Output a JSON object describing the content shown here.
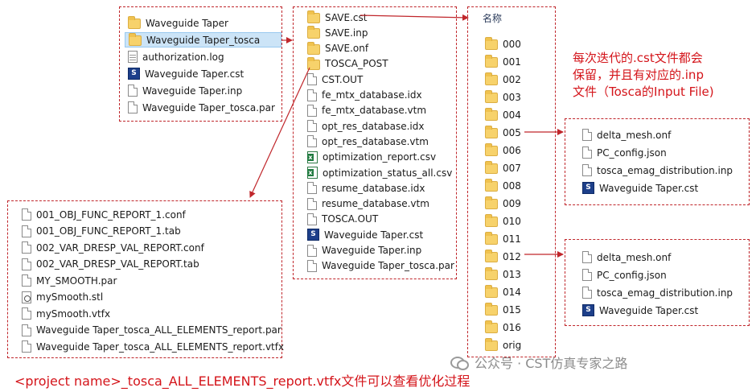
{
  "panel_top_left": {
    "items": [
      {
        "icon": "folder",
        "label": "Waveguide Taper"
      },
      {
        "icon": "folder",
        "label": "Waveguide Taper_tosca",
        "selected": true
      },
      {
        "icon": "text",
        "label": "authorization.log"
      },
      {
        "icon": "cst",
        "label": "Waveguide Taper.cst"
      },
      {
        "icon": "file",
        "label": "Waveguide Taper.inp"
      },
      {
        "icon": "file",
        "label": "Waveguide Taper_tosca.par"
      }
    ]
  },
  "panel_middle": {
    "items": [
      {
        "icon": "folder",
        "label": "SAVE.cst"
      },
      {
        "icon": "folder",
        "label": "SAVE.inp"
      },
      {
        "icon": "folder",
        "label": "SAVE.onf"
      },
      {
        "icon": "folder",
        "label": "TOSCA_POST"
      },
      {
        "icon": "file",
        "label": "CST.OUT"
      },
      {
        "icon": "file",
        "label": "fe_mtx_database.idx"
      },
      {
        "icon": "file",
        "label": "fe_mtx_database.vtm"
      },
      {
        "icon": "file",
        "label": "opt_res_database.idx"
      },
      {
        "icon": "file",
        "label": "opt_res_database.vtm"
      },
      {
        "icon": "excel",
        "label": "optimization_report.csv"
      },
      {
        "icon": "excel",
        "label": "optimization_status_all.csv"
      },
      {
        "icon": "file",
        "label": "resume_database.idx"
      },
      {
        "icon": "file",
        "label": "resume_database.vtm"
      },
      {
        "icon": "file",
        "label": "TOSCA.OUT"
      },
      {
        "icon": "cst",
        "label": "Waveguide Taper.cst"
      },
      {
        "icon": "file",
        "label": "Waveguide Taper.inp"
      },
      {
        "icon": "file",
        "label": "Waveguide Taper_tosca.par"
      }
    ]
  },
  "panel_save": {
    "header": "名称",
    "items": [
      {
        "icon": "folder",
        "label": "000"
      },
      {
        "icon": "folder",
        "label": "001"
      },
      {
        "icon": "folder",
        "label": "002"
      },
      {
        "icon": "folder",
        "label": "003"
      },
      {
        "icon": "folder",
        "label": "004"
      },
      {
        "icon": "folder",
        "label": "005"
      },
      {
        "icon": "folder",
        "label": "006"
      },
      {
        "icon": "folder",
        "label": "007"
      },
      {
        "icon": "folder",
        "label": "008"
      },
      {
        "icon": "folder",
        "label": "009"
      },
      {
        "icon": "folder",
        "label": "010"
      },
      {
        "icon": "folder",
        "label": "011"
      },
      {
        "icon": "folder",
        "label": "012"
      },
      {
        "icon": "folder",
        "label": "013"
      },
      {
        "icon": "folder",
        "label": "014"
      },
      {
        "icon": "folder",
        "label": "015"
      },
      {
        "icon": "folder",
        "label": "016"
      },
      {
        "icon": "folder",
        "label": "orig"
      }
    ]
  },
  "panel_005": {
    "items": [
      {
        "icon": "file",
        "label": "delta_mesh.onf"
      },
      {
        "icon": "file",
        "label": "PC_config.json"
      },
      {
        "icon": "file",
        "label": "tosca_emag_distribution.inp"
      },
      {
        "icon": "cst",
        "label": "Waveguide Taper.cst"
      }
    ]
  },
  "panel_012": {
    "items": [
      {
        "icon": "file",
        "label": "delta_mesh.onf"
      },
      {
        "icon": "file",
        "label": "PC_config.json"
      },
      {
        "icon": "file",
        "label": "tosca_emag_distribution.inp"
      },
      {
        "icon": "cst",
        "label": "Waveguide Taper.cst"
      }
    ]
  },
  "panel_bottom_left": {
    "items": [
      {
        "icon": "file",
        "label": "001_OBJ_FUNC_REPORT_1.conf"
      },
      {
        "icon": "file",
        "label": "001_OBJ_FUNC_REPORT_1.tab"
      },
      {
        "icon": "file",
        "label": "002_VAR_DRESP_VAL_REPORT.conf"
      },
      {
        "icon": "file",
        "label": "002_VAR_DRESP_VAL_REPORT.tab"
      },
      {
        "icon": "file",
        "label": "MY_SMOOTH.par"
      },
      {
        "icon": "stl",
        "label": "mySmooth.stl"
      },
      {
        "icon": "file",
        "label": "mySmooth.vtfx"
      },
      {
        "icon": "file",
        "label": "Waveguide Taper_tosca_ALL_ELEMENTS_report.par"
      },
      {
        "icon": "file",
        "label": "Waveguide Taper_tosca_ALL_ELEMENTS_report.vtfx"
      }
    ]
  },
  "note": {
    "line1": "每次迭代的.cst文件都会",
    "line2": "保留，并且有对应的.inp",
    "line3": "文件（Tosca的Input File)"
  },
  "caption": "<project name>_tosca_ALL_ELEMENTS_report.vtfx文件可以查看优化过程",
  "watermark": "公众号 · CST仿真专家之路",
  "colors": {
    "annotation": "#c0262b",
    "accent_text": "#d4141a",
    "folder": "#f7d26b",
    "selection": "#cce4f7"
  }
}
